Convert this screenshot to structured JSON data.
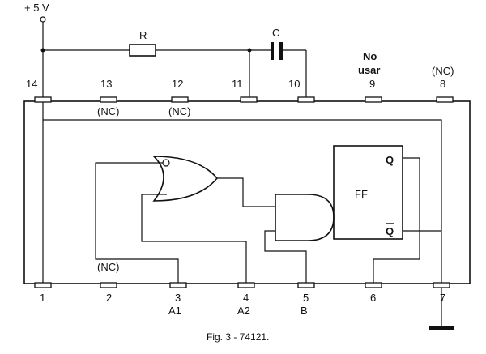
{
  "supply": {
    "label": "+ 5 V"
  },
  "components": {
    "resistor": "R",
    "capacitor": "C"
  },
  "flipflop": {
    "label": "FF",
    "q": "Q",
    "qbar": "Q"
  },
  "pins_top": [
    {
      "num": "14",
      "note": ""
    },
    {
      "num": "13",
      "note": "(NC)"
    },
    {
      "num": "12",
      "note": "(NC)"
    },
    {
      "num": "11",
      "note": ""
    },
    {
      "num": "10",
      "note": ""
    },
    {
      "num": "9",
      "note1": "No",
      "note2": "usar"
    },
    {
      "num": "8",
      "note": "(NC)"
    }
  ],
  "pins_bottom": [
    {
      "num": "1",
      "sub": ""
    },
    {
      "num": "2",
      "sub": "",
      "note": "(NC)"
    },
    {
      "num": "3",
      "sub": "A1"
    },
    {
      "num": "4",
      "sub": "A2"
    },
    {
      "num": "5",
      "sub": "B"
    },
    {
      "num": "6",
      "sub": ""
    },
    {
      "num": "7",
      "sub": ""
    }
  ],
  "caption": "Fig. 3 -  74121."
}
